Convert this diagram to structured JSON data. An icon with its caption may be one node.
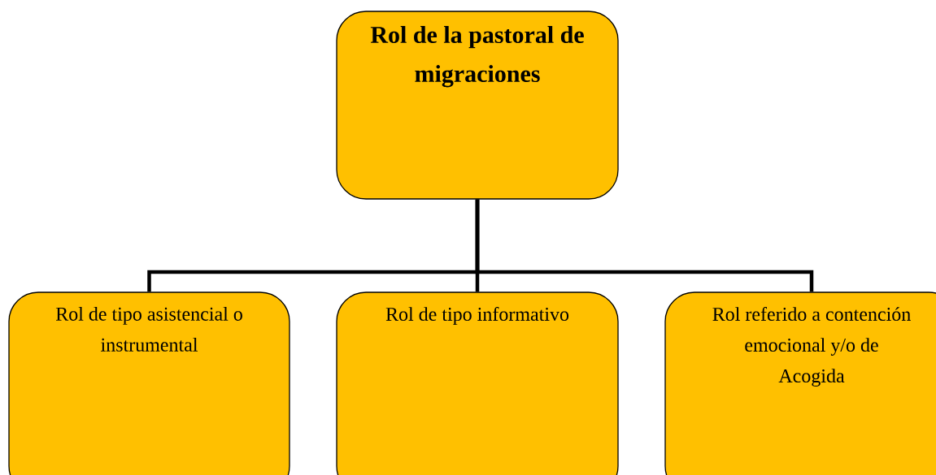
{
  "diagram": {
    "nodes": [
      {
        "text": [
          "Rol de la pastoral de migraciones"
        ]
      },
      {
        "text": [
          "Rol de tipo asistencial o instrumental"
        ]
      },
      {
        "text": [
          "Rol de tipo informativo"
        ]
      },
      {
        "text": [
          "Rol referido a contención emocional y/o de Acogida"
        ]
      }
    ],
    "edges": [
      {
        "from": 0,
        "to": 1,
        "arrow": "none"
      },
      {
        "from": 0,
        "to": 2,
        "arrow": "none"
      },
      {
        "from": 0,
        "to": 3,
        "arrow": "none"
      }
    ]
  }
}
